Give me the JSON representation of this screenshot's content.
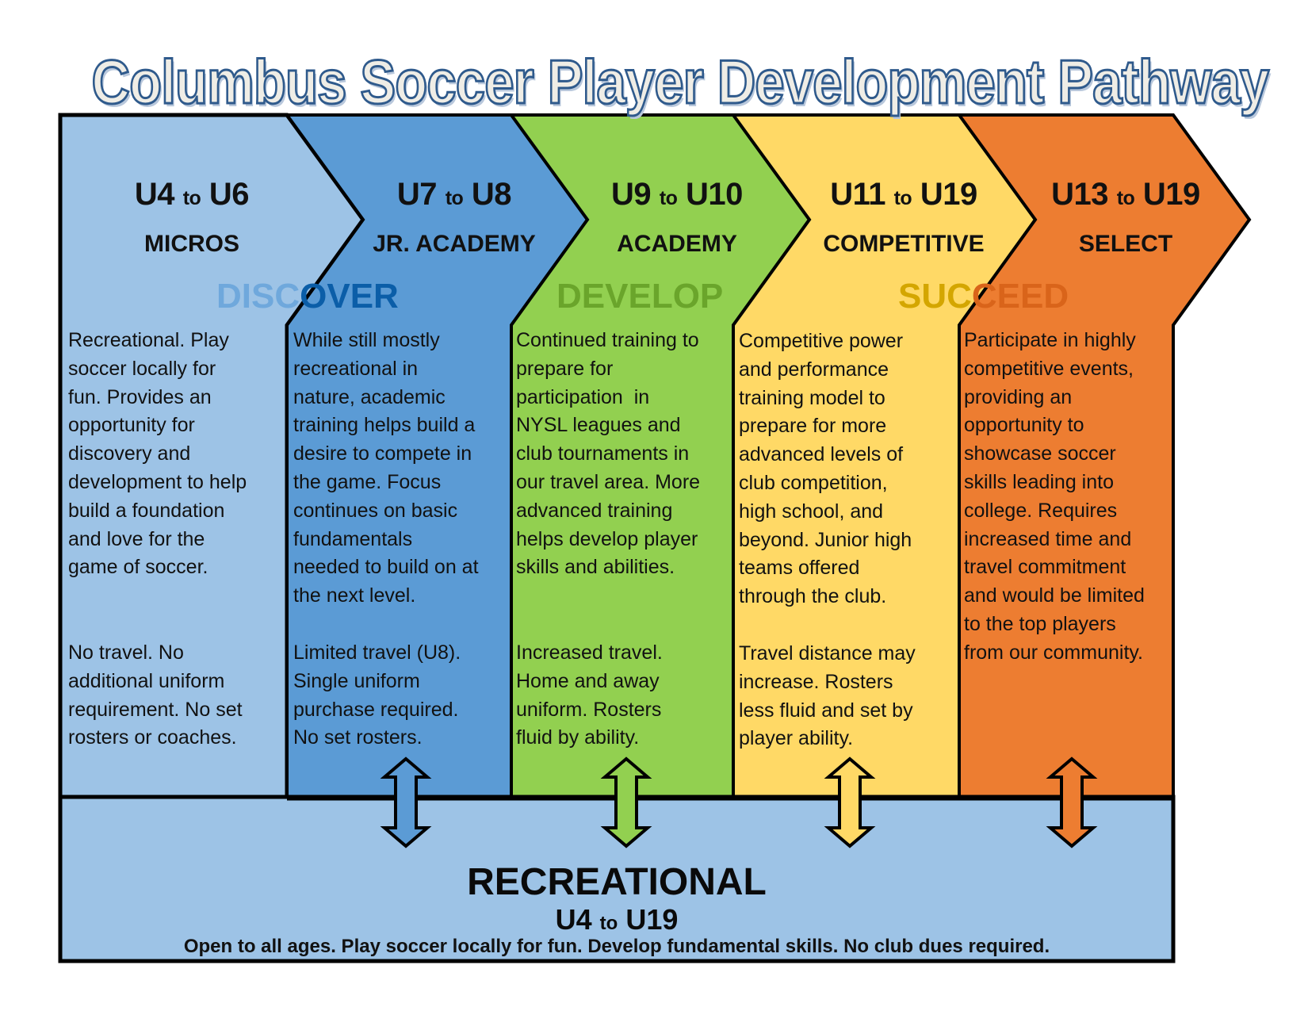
{
  "title": "Columbus Soccer Player Development Pathway",
  "colors": {
    "micros": "#9dc3e6",
    "jr_academy": "#5b9bd5",
    "academy": "#92d050",
    "competitive": "#ffd966",
    "select": "#ed7d31",
    "recreational": "#9dc3e6",
    "outline": "#000000",
    "title_fill": "#efede6",
    "title_stroke": "#2f5a8c"
  },
  "phases": [
    {
      "word_a": "DISC",
      "word_b": "OVER",
      "color_a": "#6fa8dc",
      "color_b": "#0b5ea8"
    },
    {
      "word_a": "DEVELOP",
      "word_b": "",
      "color_a": "#6aa52b",
      "color_b": "#6aa52b"
    },
    {
      "word_a": "SUC",
      "word_b": "CEED",
      "color_a": "#d4a600",
      "color_b": "#d9641a"
    }
  ],
  "stages": [
    {
      "age_from": "U4",
      "to": "to",
      "age_to": "U6",
      "name": "MICROS",
      "description": "Recreational. Play\nsoccer locally for\nfun. Provides an\nopportunity for\ndiscovery and\ndevelopment to help\nbuild a foundation\nand love for the\ngame of soccer.",
      "travel": "No travel. No\nadditional uniform\nrequirement. No set\nrosters or coaches."
    },
    {
      "age_from": "U7",
      "to": "to",
      "age_to": "U8",
      "name": "JR. ACADEMY",
      "description": "While still mostly\nrecreational in\nnature, academic\ntraining helps build a\ndesire to compete in\nthe game. Focus\ncontinues on basic\nfundamentals\nneeded to build on at\nthe next level.",
      "travel": "Limited travel (U8).\nSingle uniform\npurchase required.\nNo set rosters."
    },
    {
      "age_from": "U9",
      "to": "to",
      "age_to": "U10",
      "name": "ACADEMY",
      "description": "Continued training to\nprepare for\nparticipation  in\nNYSL leagues and\nclub tournaments in\nour travel area. More\nadvanced training\nhelps develop player\nskills and abilities.",
      "travel": "Increased travel.\nHome and away\nuniform. Rosters\nfluid by ability."
    },
    {
      "age_from": "U11",
      "to": "to",
      "age_to": "U19",
      "name": "COMPETITIVE",
      "description": "Competitive power\nand performance\ntraining model to\nprepare for more\nadvanced levels of\nclub competition,\nhigh school, and\nbeyond. Junior high\nteams offered\nthrough the club.",
      "travel": "Travel distance may\nincrease. Rosters\nless fluid and set by\nplayer ability."
    },
    {
      "age_from": "U13",
      "to": "to",
      "age_to": "U19",
      "name": "SELECT",
      "description": "Participate in highly\ncompetitive events,\nproviding an\nopportunity to\nshowcase soccer\nskills leading into\ncollege. Requires\nincreased time and\ntravel commitment\nand would be limited\nto the top players\nfrom our community.",
      "travel": ""
    }
  ],
  "recreational": {
    "title": "RECREATIONAL",
    "age_from": "U4",
    "to": "to",
    "age_to": "U19",
    "description": "Open to all ages. Play soccer locally for fun. Develop fundamental skills. No club dues required."
  },
  "arrows": [
    {
      "icon": "double-arrow-icon",
      "stage": "JR. ACADEMY",
      "color": "#5b9bd5"
    },
    {
      "icon": "double-arrow-icon",
      "stage": "ACADEMY",
      "color": "#92d050"
    },
    {
      "icon": "double-arrow-icon",
      "stage": "COMPETITIVE",
      "color": "#ffd966"
    },
    {
      "icon": "double-arrow-icon",
      "stage": "SELECT",
      "color": "#ed7d31"
    }
  ]
}
